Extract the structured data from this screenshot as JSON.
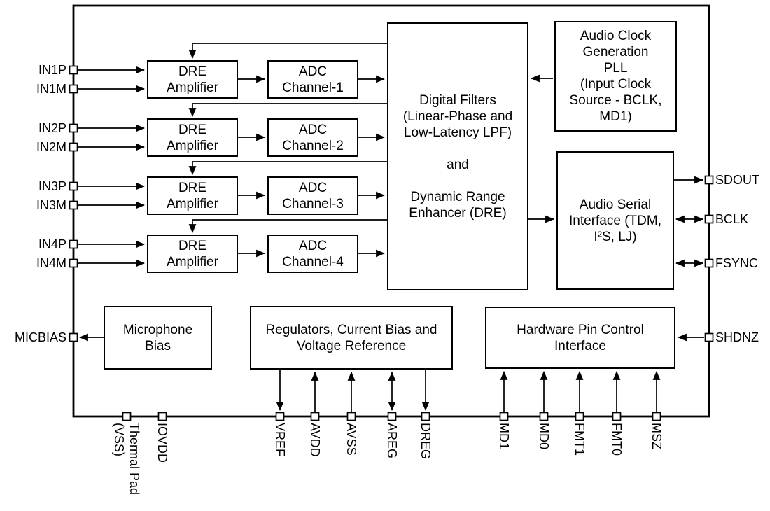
{
  "diagram": {
    "type": "functional-block-diagram",
    "description": "Audio ADC functional block diagram with 4 input channels, digital filters, audio serial interface, clock PLL, regulators and hardware pin control"
  },
  "colors": {
    "line": "#000000",
    "background": "#ffffff",
    "block_fill": "#ffffff"
  },
  "channels": [
    {
      "pin_p": "IN1P",
      "pin_m": "IN1M",
      "dre": "DRE\nAmplifier",
      "adc": "ADC\nChannel-1"
    },
    {
      "pin_p": "IN2P",
      "pin_m": "IN2M",
      "dre": "DRE\nAmplifier",
      "adc": "ADC\nChannel-2"
    },
    {
      "pin_p": "IN3P",
      "pin_m": "IN3M",
      "dre": "DRE\nAmplifier",
      "adc": "ADC\nChannel-3"
    },
    {
      "pin_p": "IN4P",
      "pin_m": "IN4M",
      "dre": "DRE\nAmplifier",
      "adc": "ADC\nChannel-4"
    }
  ],
  "blocks": {
    "digital_filters": {
      "label": "Digital Filters\n(Linear-Phase and\nLow-Latency LPF)\n\nand\n\nDynamic Range\nEnhancer (DRE)"
    },
    "audio_clock_pll": {
      "label": "Audio Clock\nGeneration\nPLL\n(Input Clock\nSource - BCLK,\nMD1)"
    },
    "audio_serial_interface": {
      "label": "Audio Serial\nInterface (TDM,\nI²S, LJ)"
    },
    "microphone_bias": {
      "label": "Microphone\nBias"
    },
    "regulators": {
      "label": "Regulators, Current Bias and\nVoltage Reference"
    },
    "hardware_pin_control": {
      "label": "Hardware Pin Control\nInterface"
    }
  },
  "pins": {
    "micbias": "MICBIAS",
    "right": [
      "SDOUT",
      "BCLK",
      "FSYNC",
      "SHDNZ"
    ],
    "bottom": [
      "Thermal Pad\n(VSS)",
      "IOVDD",
      "VREF",
      "AVDD",
      "AVSS",
      "AREG",
      "DREG",
      "MD1",
      "MD0",
      "FMT1",
      "FMT0",
      "MSZ"
    ]
  }
}
